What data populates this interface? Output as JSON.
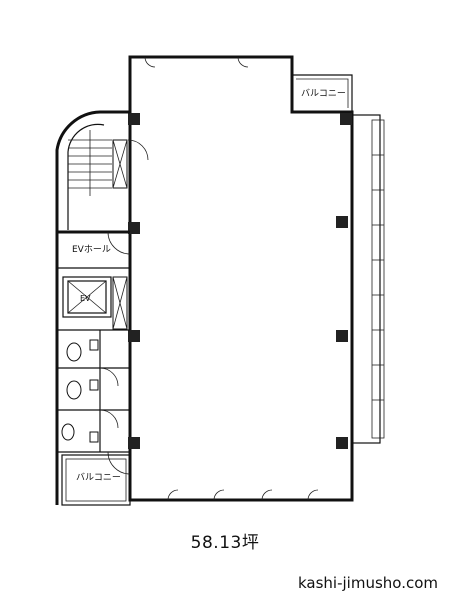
{
  "floor_plan": {
    "rooms": {
      "balcony_top": "バルコニー",
      "balcony_bottom": "バルコニー",
      "ev_hall": "EVホール",
      "elevator": "EV"
    },
    "area": "58.13坪",
    "site": "kashi-jimusho.com"
  }
}
